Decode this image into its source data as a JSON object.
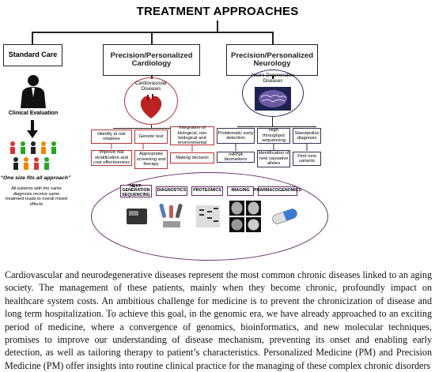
{
  "title": "TREATMENT APPROACHES",
  "standard_care": {
    "label": "Standard Care",
    "clinical_evaluation": "Clinical Evaluation",
    "one_size": "“One size fits all approach”",
    "note": "All patients with the same diagnosis receive same treatment leads to overal mixed effects"
  },
  "cardiology": {
    "label_line1": "Precision/Personalized",
    "label_line2": "Cardiology",
    "oval": "Cardiovascular Diseases",
    "row1": [
      "Identify at risk relatives",
      "Genetic test",
      "Integration of biological, non biological and environmental"
    ],
    "row2": [
      "Improve risk stratification and cost effectiveness",
      "Appropriate screening and therapy",
      "Making decision"
    ]
  },
  "neurology": {
    "label_line1": "Precision/Personalized",
    "label_line2": "Neurology",
    "oval": "Neuro-Degenerative Diseases",
    "row1": [
      "Problematic early detection",
      "High throughput sequencing",
      "Standardize diagnosis"
    ],
    "row2": [
      "miRNA biomarkers",
      "Identification of new causative alleles",
      "Find new variants"
    ]
  },
  "technologies": [
    "NEXT-GENERATION SEQUENCING",
    "DIAGNOSTICS",
    "PROTEOMICS",
    "IMAGING",
    "PHARMACOGENOMICS"
  ],
  "paragraph": "Cardiovascular and neurodegenerative diseases represent the most common chronic diseases linked to an aging society. The management of these patients, mainly when they become chronic, profoundly impact on healthcare system costs.  An ambitious challenge for medicine is to prevent the chronicization of disease and long term hospitalization.  To achieve this goal, in the genomic era, we have already approached to an exciting period of medicine, where a convergence of genomics, bioinformatics, and new molecular techniques, promises to improve our understanding of disease mechanism, preventing its onset and enabling early detection, as well as tailoring therapy to patient’s characteristics. Personalized Medicine (PM) and Precision Medicine (PM) offer insights into routine clinical practice for the managing of these complex chronic disorders",
  "colors": {
    "cardio_red": "#b33333",
    "neuro_navy": "#2a2f6a",
    "tech_purple": "#6a2a6a"
  },
  "icons": [
    "person-silhouette-icon",
    "heart-icon",
    "brain-icon",
    "people-group-icon",
    "sequencer-icon",
    "test-tubes-icon",
    "gel-icon",
    "mri-scan-icon",
    "capsule-icon"
  ]
}
